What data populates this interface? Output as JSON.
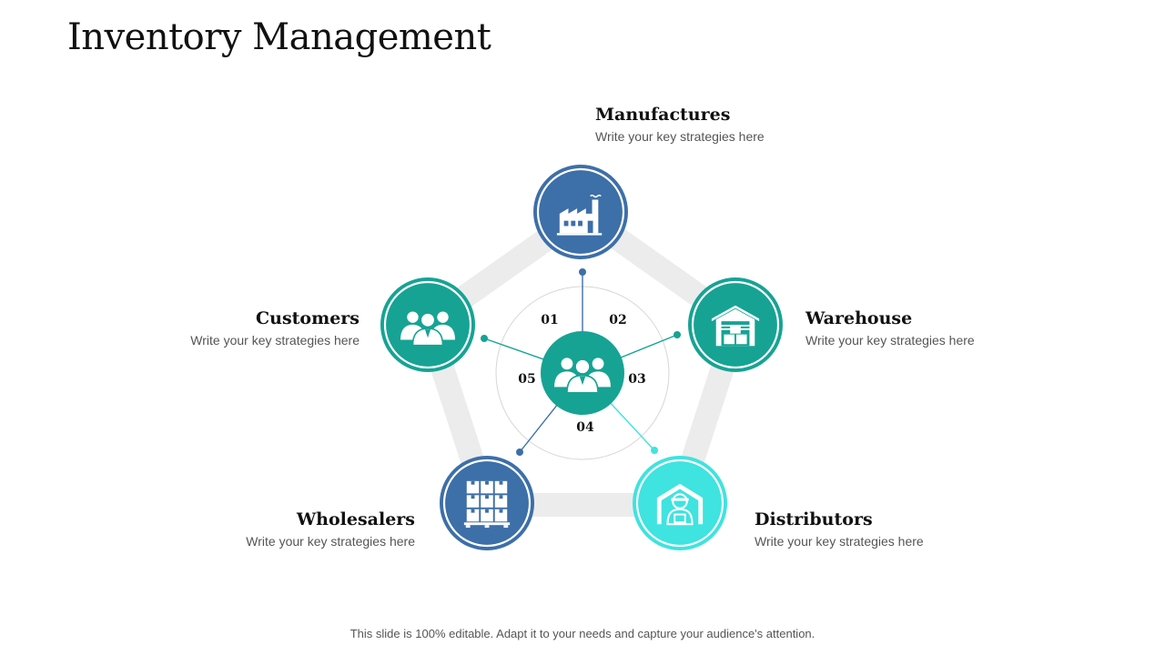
{
  "title": "Inventory Management",
  "colors": {
    "blue": "#3d6fa8",
    "teal": "#16a394",
    "cyan": "#3fe3df",
    "ring": "#ececec",
    "inner_ring": "#d6d6d6"
  },
  "center": {
    "icon": "people-group-icon"
  },
  "numbers": [
    "01",
    "02",
    "03",
    "04",
    "05"
  ],
  "nodes": [
    {
      "id": "manufactures",
      "title": "Manufactures",
      "desc": "Write your key strategies here",
      "icon": "factory-icon",
      "color": "blue"
    },
    {
      "id": "warehouse",
      "title": "Warehouse",
      "desc": "Write your key strategies here",
      "icon": "warehouse-icon",
      "color": "teal"
    },
    {
      "id": "distributors",
      "title": "Distributors",
      "desc": "Write your key strategies here",
      "icon": "delivery-worker-icon",
      "color": "cyan"
    },
    {
      "id": "wholesalers",
      "title": "Wholesalers",
      "desc": "Write your key strategies here",
      "icon": "pallet-boxes-icon",
      "color": "blue"
    },
    {
      "id": "customers",
      "title": "Customers",
      "desc": "Write your key strategies here",
      "icon": "people-group-icon",
      "color": "teal"
    }
  ],
  "footer": "This slide is 100% editable. Adapt it to your needs and capture your audience's attention."
}
